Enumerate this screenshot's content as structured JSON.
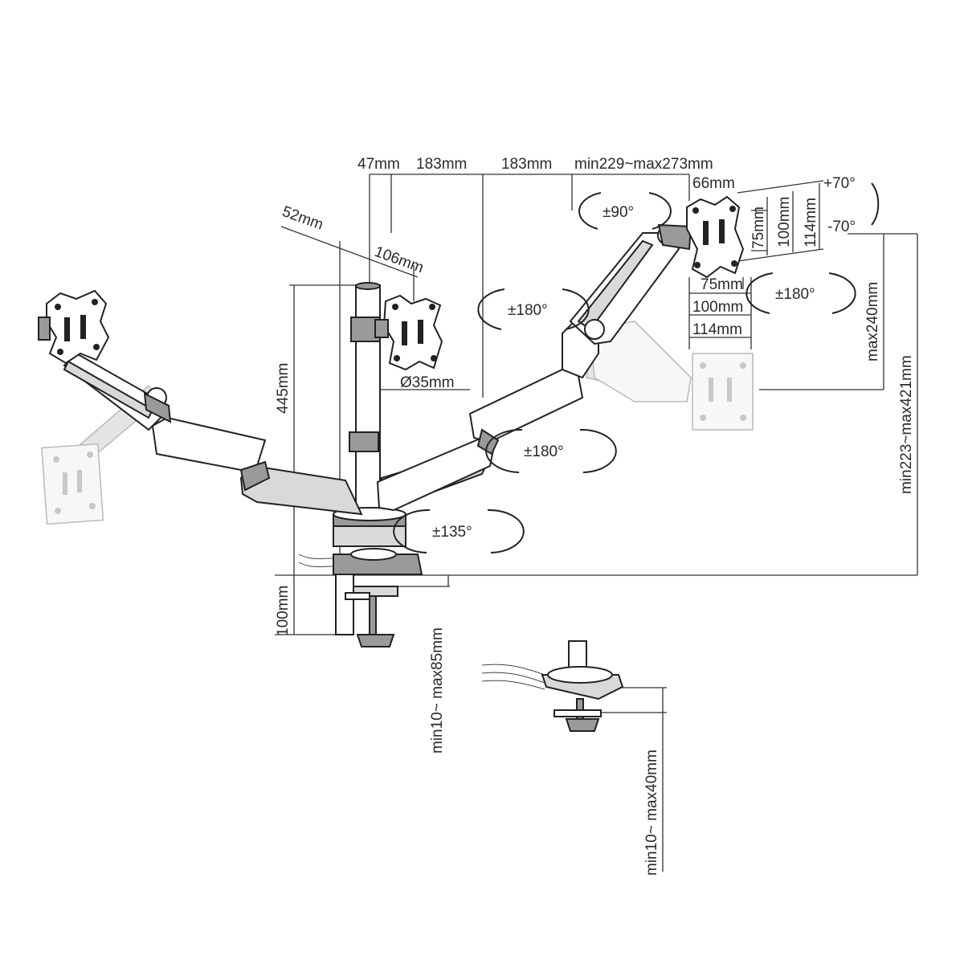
{
  "dimensions": {
    "d47": "47mm",
    "d183a": "183mm",
    "d183b": "183mm",
    "reach": "min229~max273mm",
    "d66": "66mm",
    "d52": "52mm",
    "d106": "106mm",
    "pole_height": "445mm",
    "pole_diameter": "Ø35mm",
    "vesa75_v": "75mm",
    "vesa100_v": "100mm",
    "vesa114_v": "114mm",
    "vesa75_h": "75mm",
    "vesa100_h": "100mm",
    "vesa114_h": "114mm",
    "max240": "max240mm",
    "height_range": "min223~max421mm",
    "d100": "100mm",
    "clamp_range": "min10~ max85mm",
    "grommet_range": "min10~ max40mm"
  },
  "angles": {
    "rot90": "±90°",
    "rot180_left": "±180°",
    "rot180_right": "±180°",
    "rot180_mid": "±180°",
    "rot135": "±135°",
    "tilt_up": "+70°",
    "tilt_down": "-70°"
  }
}
